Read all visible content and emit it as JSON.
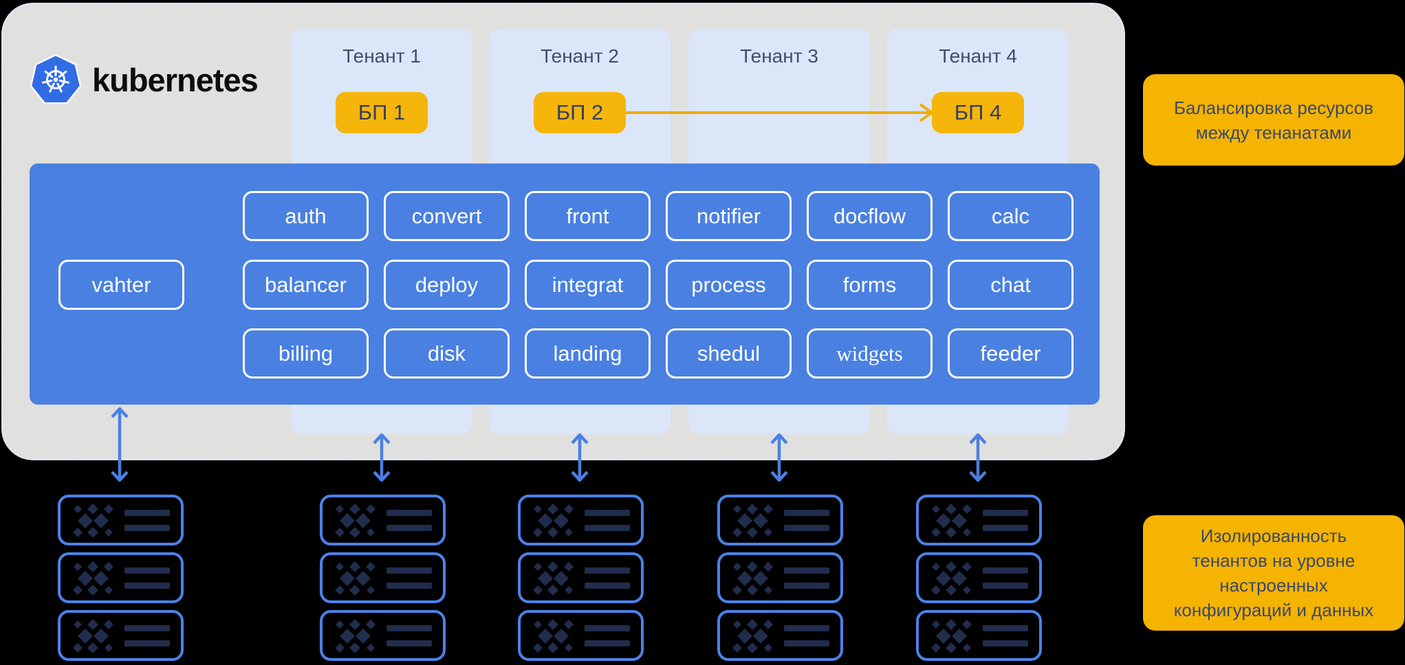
{
  "brand": {
    "name": "kubernetes",
    "logo_icon": "kubernetes-wheel-icon"
  },
  "cluster": {
    "tenants": [
      {
        "label": "Тенант 1",
        "bp": "БП 1"
      },
      {
        "label": "Тенант 2",
        "bp": "БП 2"
      },
      {
        "label": "Тенант 3",
        "bp": ""
      },
      {
        "label": "Тенант 4",
        "bp": "БП 4"
      }
    ],
    "gateway": "vahter",
    "services": [
      [
        "auth",
        "convert",
        "front",
        "notifier",
        "docflow",
        "calc"
      ],
      [
        "balancer",
        "deploy",
        "integrat",
        "process",
        "forms",
        "chat"
      ],
      [
        "billing",
        "disk",
        "landing",
        "shedul",
        "widgets",
        "feeder"
      ]
    ],
    "serif_service": "widgets"
  },
  "annotations": [
    {
      "lines": [
        "Балансировка ресурсов",
        "между тенанатами"
      ]
    },
    {
      "lines": [
        "Изолированность",
        "тенантов на уровне",
        "настроенных",
        "конфигураций и данных"
      ]
    }
  ],
  "infra": {
    "server_groups": 5,
    "servers_per_group": 3,
    "icon": "server-rack-icon"
  },
  "colors": {
    "background": "#000000",
    "cluster_bg": "#e0e0df",
    "tenant_bg": "#dbe6f8",
    "panel_blue": "#4a80e1",
    "accent_blue": "#4c82e8",
    "chip_yellow": "#f6b50b",
    "annotation_yellow": "#f5b302",
    "navy_text": "#32405e",
    "icon_navy": "#212d4d",
    "orange_arrow": "#efad03",
    "k8s_blue": "#326ce5"
  }
}
